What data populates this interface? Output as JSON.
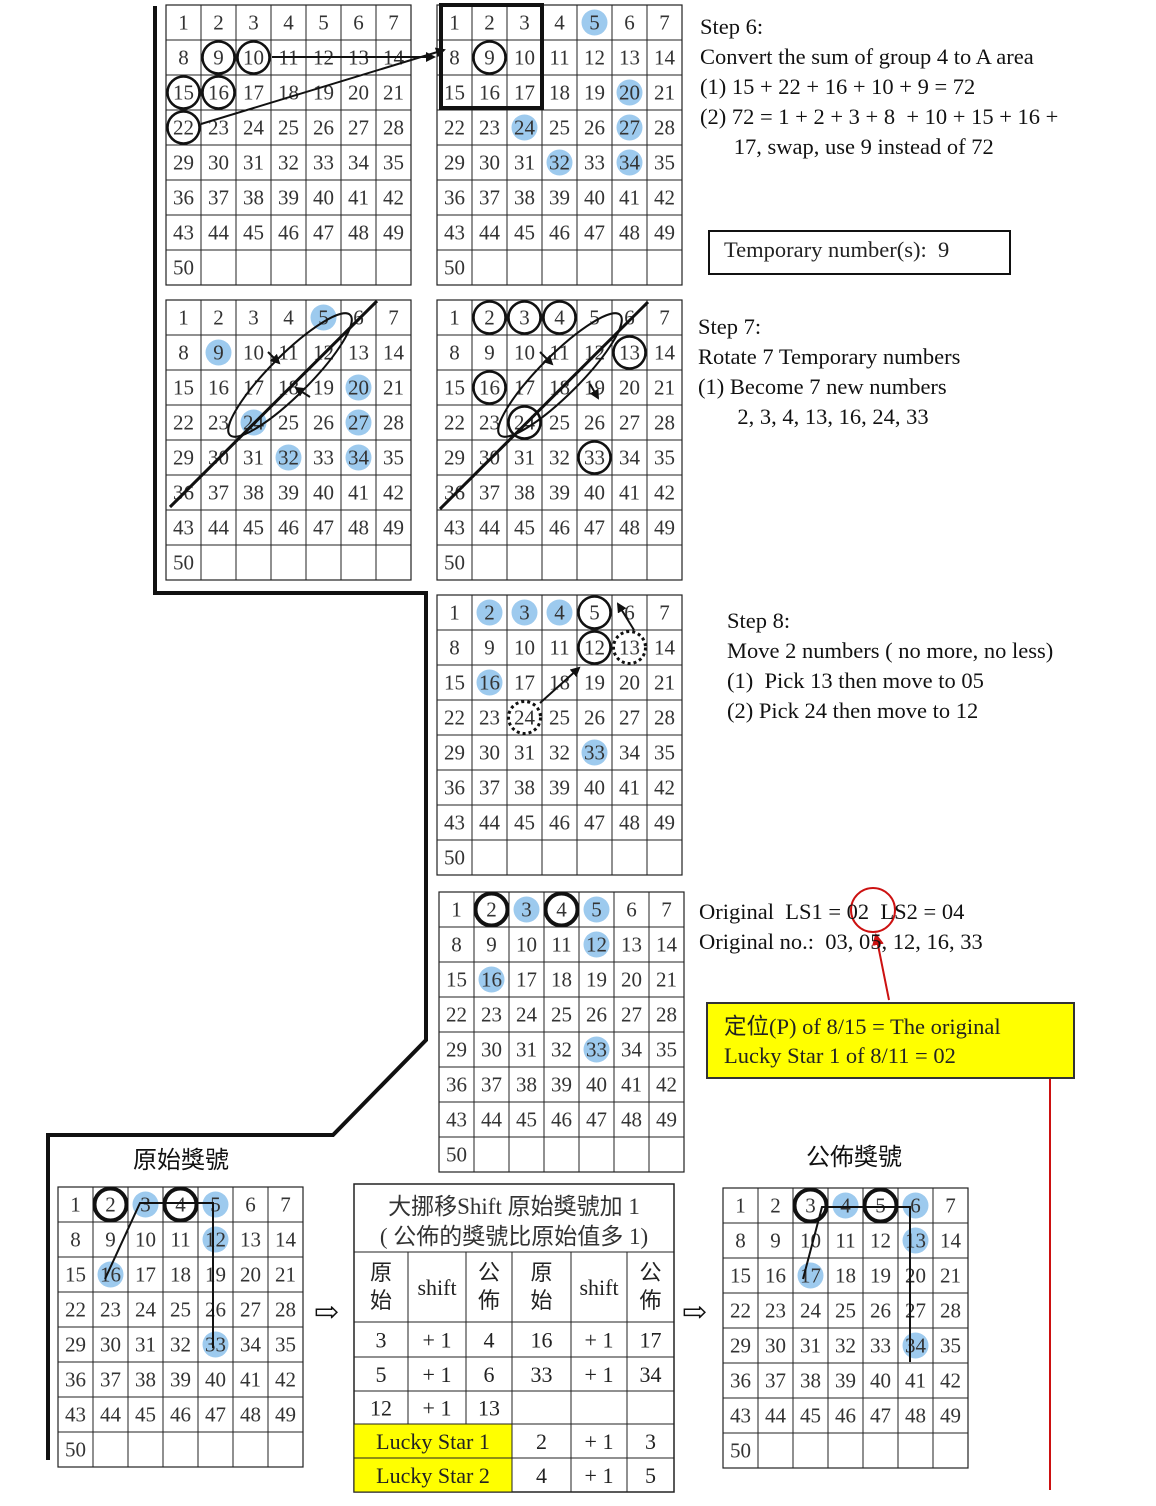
{
  "colors": {
    "blue_fill": "#9dcaee",
    "stroke": "#111111",
    "highlight": "#ffff00",
    "accent": "#cc1111"
  },
  "steps": {
    "step6": {
      "title": "Step 6:",
      "line1": "Convert the sum of group 4 to A area",
      "line2": "(1) 15 + 22 + 16 + 10 + 9 = 72",
      "line3": "(2) 72 = 1 + 2 + 3 + 8  + 10 + 15 + 16 +",
      "line4": "      17, swap, use 9 instead of 72"
    },
    "temp": "Temporary number(s):  9",
    "step7": {
      "title": "Step 7:",
      "line1": "Rotate 7 Temporary numbers",
      "line2": "(1) Become 7 new numbers",
      "line3": "       2, 3, 4, 13, 16, 24, 33"
    },
    "step8": {
      "title": "Step 8:",
      "line1": "Move 2 numbers ( no more, no less)",
      "line2": "(1)  Pick 13 then move to 05",
      "line3": "(2) Pick 24 then move to 12"
    },
    "orig_ls": "Original  LS1 = 02  LS2 = 04",
    "orig_no": "Original no.:  03, 05, 12, 16, 33",
    "note_line1": "定位(P) of 8/15 = The original",
    "note_line2": "Lucky Star 1 of 8/11 = 02"
  },
  "labels": {
    "original": "原始獎號",
    "announced": "公佈獎號",
    "arrow": "⇨"
  },
  "grid_numbers": [
    "1",
    "2",
    "3",
    "4",
    "5",
    "6",
    "7",
    "8",
    "9",
    "10",
    "11",
    "12",
    "13",
    "14",
    "15",
    "16",
    "17",
    "18",
    "19",
    "20",
    "21",
    "22",
    "23",
    "24",
    "25",
    "26",
    "27",
    "28",
    "29",
    "30",
    "31",
    "32",
    "33",
    "34",
    "35",
    "36",
    "37",
    "38",
    "39",
    "40",
    "41",
    "42",
    "43",
    "44",
    "45",
    "46",
    "47",
    "48",
    "49",
    "50"
  ],
  "grids": [
    {
      "id": "g1",
      "blue": [],
      "circles": [
        9,
        10,
        15,
        16,
        22
      ],
      "dashed": []
    },
    {
      "id": "g2",
      "blue": [
        5,
        20,
        24,
        27,
        32,
        34
      ],
      "circles": [
        9
      ],
      "dashed": []
    },
    {
      "id": "g3",
      "blue": [
        5,
        9,
        20,
        24,
        27,
        32,
        34
      ],
      "circles": [],
      "dashed": []
    },
    {
      "id": "g4",
      "blue": [],
      "circles": [
        2,
        3,
        4,
        13,
        16,
        24,
        33
      ],
      "dashed": []
    },
    {
      "id": "g5",
      "blue": [
        2,
        3,
        4,
        16,
        33
      ],
      "circles": [
        5,
        12
      ],
      "dashed": [
        13,
        24
      ]
    },
    {
      "id": "g6",
      "blue": [
        3,
        5,
        12,
        16,
        33
      ],
      "circles": [
        2,
        4
      ],
      "dashed": []
    },
    {
      "id": "g7",
      "blue": [
        3,
        5,
        12,
        16,
        33
      ],
      "circles": [
        2,
        4
      ],
      "dashed": []
    },
    {
      "id": "g8",
      "blue": [
        4,
        6,
        13,
        17,
        34
      ],
      "circles": [
        3,
        5
      ],
      "dashed": []
    }
  ],
  "table": {
    "title1": "大挪移Shift 原始獎號加 1",
    "title2": "(  公佈的獎號比原始值多 1)",
    "headers": [
      "原\n始",
      "shift",
      "公\n佈",
      "原\n始",
      "shift",
      "公\n佈"
    ],
    "rows": [
      [
        "3",
        "+ 1",
        "4",
        "16",
        "+ 1",
        "17"
      ],
      [
        "5",
        "+ 1",
        "6",
        "33",
        "+ 1",
        "34"
      ],
      [
        "12",
        "+ 1",
        "13",
        "",
        "",
        ""
      ]
    ],
    "lucky": [
      {
        "label": "Lucky Star 1",
        "orig": "2",
        "shift": "+ 1",
        "pub": "3"
      },
      {
        "label": "Lucky Star 2",
        "orig": "4",
        "shift": "+ 1",
        "pub": "5"
      }
    ]
  }
}
